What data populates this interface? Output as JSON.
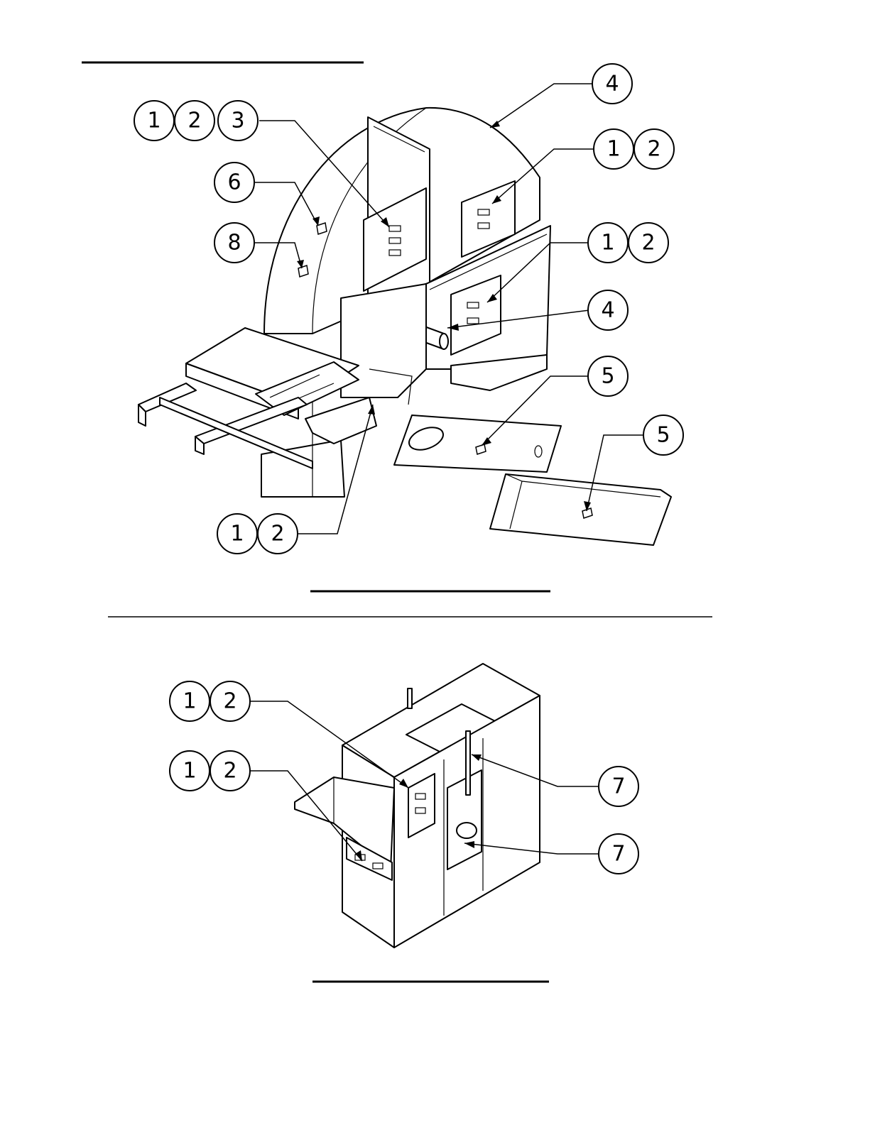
{
  "top_view": {
    "callouts": [
      {
        "id": "c-123",
        "numbers": [
          "1",
          "2",
          "3"
        ]
      },
      {
        "id": "c-4-top",
        "numbers": [
          "4"
        ]
      },
      {
        "id": "c-12-a",
        "numbers": [
          "1",
          "2"
        ]
      },
      {
        "id": "c-6",
        "numbers": [
          "6"
        ]
      },
      {
        "id": "c-8",
        "numbers": [
          "8"
        ]
      },
      {
        "id": "c-12-b",
        "numbers": [
          "1",
          "2"
        ]
      },
      {
        "id": "c-4-mid",
        "numbers": [
          "4"
        ]
      },
      {
        "id": "c-5-a",
        "numbers": [
          "5"
        ]
      },
      {
        "id": "c-5-b",
        "numbers": [
          "5"
        ]
      },
      {
        "id": "c-12-c",
        "numbers": [
          "1",
          "2"
        ]
      }
    ]
  },
  "bottom_view": {
    "callouts": [
      {
        "id": "c-12-d",
        "numbers": [
          "1",
          "2"
        ]
      },
      {
        "id": "c-12-e",
        "numbers": [
          "1",
          "2"
        ]
      },
      {
        "id": "c-7-a",
        "numbers": [
          "7"
        ]
      },
      {
        "id": "c-7-b",
        "numbers": [
          "7"
        ]
      }
    ]
  }
}
